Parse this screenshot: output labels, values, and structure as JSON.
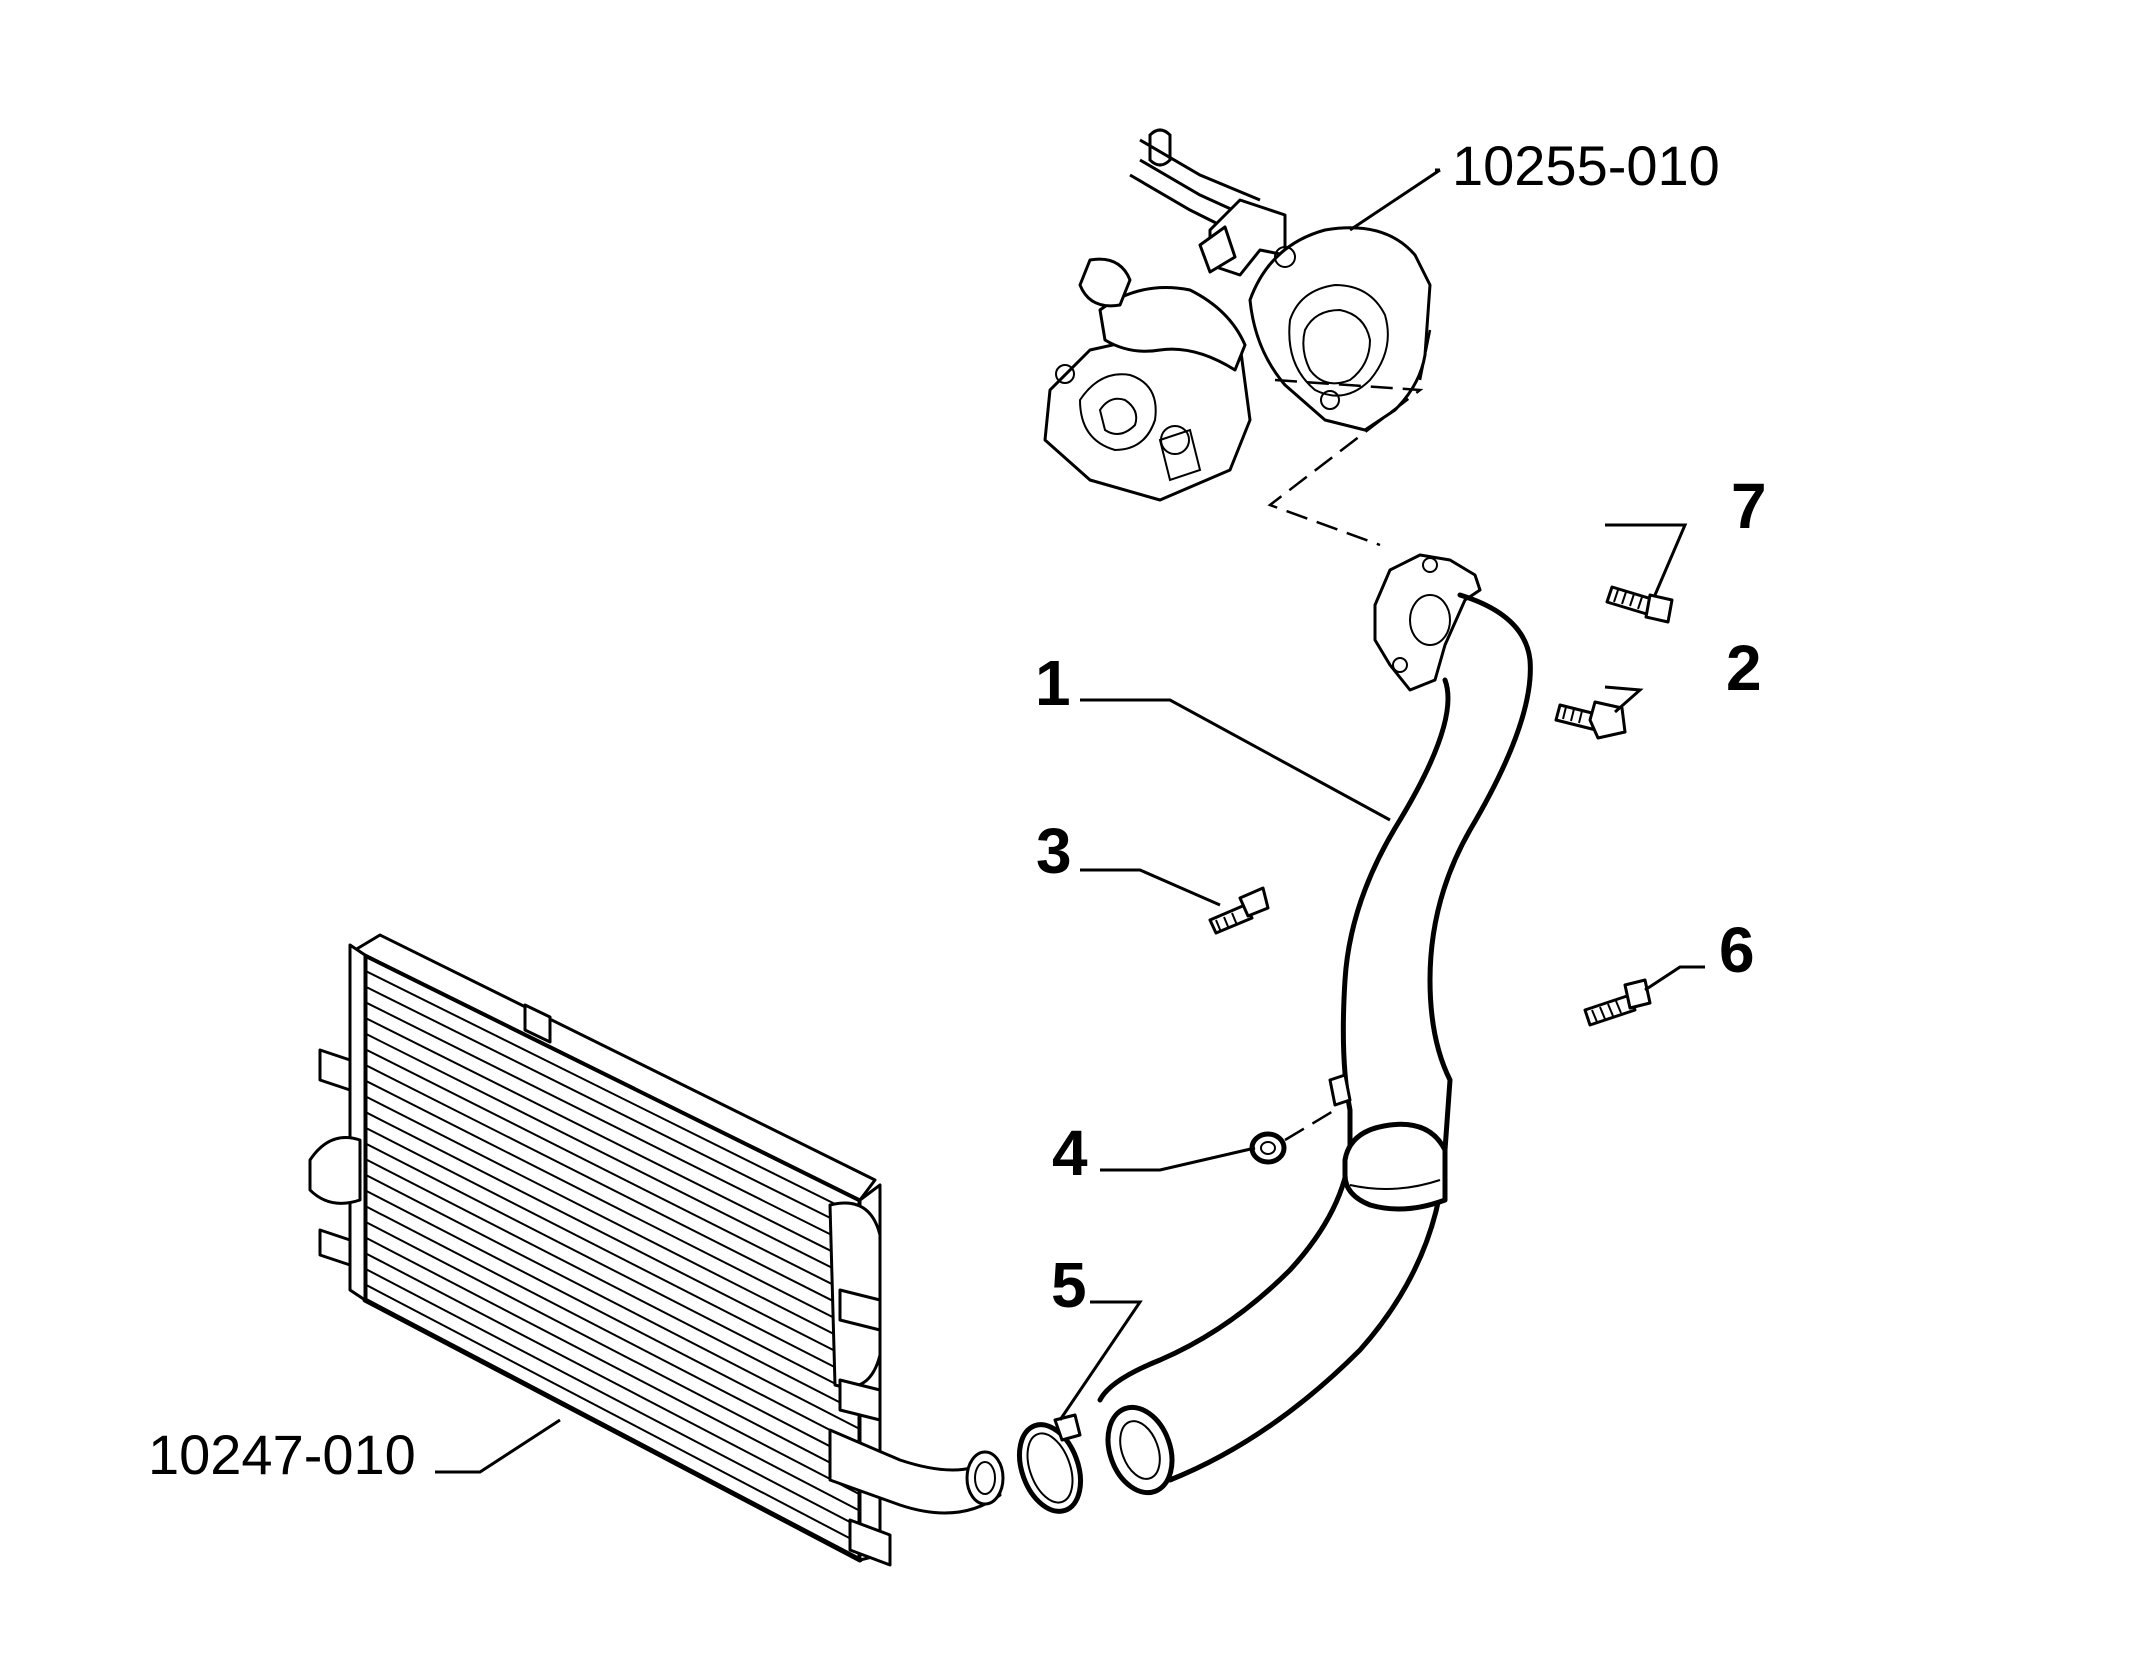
{
  "callouts": {
    "c1": "1",
    "c2": "2",
    "c3": "3",
    "c4": "4",
    "c5": "5",
    "c6": "6",
    "c7": "7"
  },
  "references": {
    "engine_flange": "10255-010",
    "intercooler": "10247-010"
  }
}
